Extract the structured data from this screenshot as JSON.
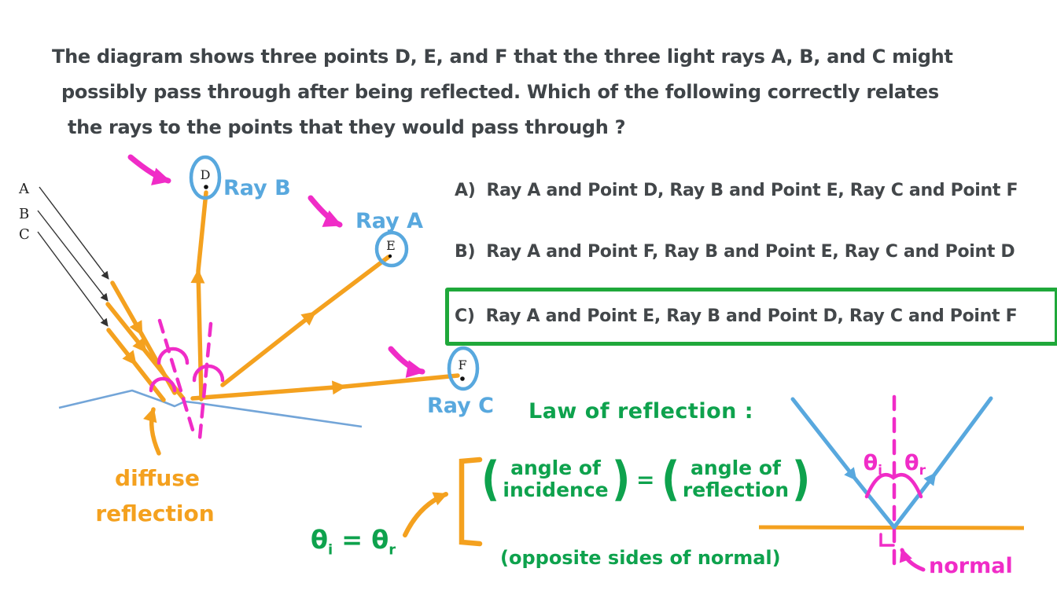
{
  "question": {
    "lines": [
      "The diagram shows three points D, E, and F that the three light rays A, B, and C might",
      "possibly pass through after being reflected.  Which of the following correctly relates",
      "the rays to the points that they would pass through ?"
    ]
  },
  "options": [
    {
      "label": "A)",
      "text": "Ray A and Point D, Ray B and Point E, Ray C and Point F",
      "boxed": false
    },
    {
      "label": "B)",
      "text": "Ray A and Point F, Ray B and Point E, Ray C and Point D",
      "boxed": false
    },
    {
      "label": "C)",
      "text": "Ray A and Point E, Ray B and Point D, Ray C and Point F",
      "boxed": true
    }
  ],
  "diagram": {
    "incident_labels": [
      "A",
      "B",
      "C"
    ],
    "points": [
      {
        "label": "D",
        "ray_annotation": "Ray B"
      },
      {
        "label": "E",
        "ray_annotation": "Ray A"
      },
      {
        "label": "F",
        "ray_annotation": "Ray C"
      }
    ],
    "caption": [
      "diffuse",
      "reflection"
    ]
  },
  "law": {
    "title": "Law of reflection :",
    "equation": {
      "open": "(",
      "close": ")",
      "left": [
        "angle of",
        "incidence"
      ],
      "equals": "=",
      "right": [
        "angle of",
        "reflection"
      ]
    },
    "note": "(opposite sides of normal)",
    "identity": {
      "lhs_base": "θ",
      "lhs_sub": "i",
      "equals": "=",
      "rhs_base": "θ",
      "rhs_sub": "r"
    }
  },
  "mini_diagram": {
    "theta_i": {
      "base": "θ",
      "sub": "i"
    },
    "theta_r": {
      "base": "θ",
      "sub": "r"
    },
    "normal_label": "normal"
  },
  "colors": {
    "ink": "#3f4448",
    "orange": "#f4a11f",
    "pink": "#f02cc7",
    "blue": "#58a8de",
    "surface_blue": "#73a5d8",
    "green_text": "#0ea24d",
    "green_box": "#1fa83a"
  }
}
